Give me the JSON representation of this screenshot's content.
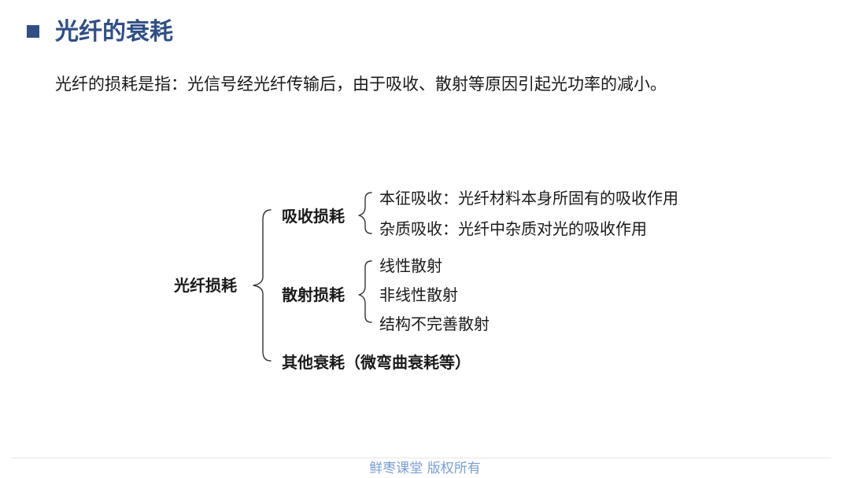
{
  "header": {
    "title": "光纤的衰耗",
    "accent_color": "#2f4f86"
  },
  "intro": {
    "text": "光纤的损耗是指：光信号经光纤传输后，由于吸收、散射等原因引起光功率的减小。"
  },
  "tree": {
    "root": "光纤损耗",
    "absorption": {
      "label": "吸收损耗",
      "items": [
        "本征吸收：光纤材料本身所固有的吸收作用",
        "杂质吸收：光纤中杂质对光的吸收作用"
      ]
    },
    "scattering": {
      "label": "散射损耗",
      "items": [
        "线性散射",
        "非线性散射",
        "结构不完善散射"
      ]
    },
    "other": {
      "label": "其他衰耗（微弯曲衰耗等）"
    }
  },
  "footer": {
    "text": "鲜枣课堂  版权所有",
    "color": "#7a9ed6"
  }
}
